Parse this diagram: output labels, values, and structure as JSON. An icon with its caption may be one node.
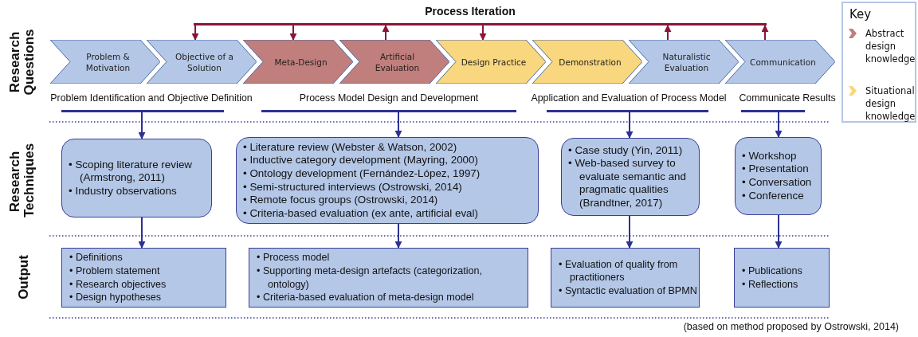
{
  "diagram": {
    "caption": "(based on method proposed by Ostrowski, 2014)",
    "nodes": [
      {
        "text": [
          "Problem & Motivation"
        ]
      },
      {
        "text": [
          "Objective of a Solution"
        ]
      },
      {
        "text": [
          "Meta-Design"
        ]
      },
      {
        "text": [
          "Artificial Evaluation"
        ]
      },
      {
        "text": [
          "Design Practice"
        ]
      },
      {
        "text": [
          "Demonstration"
        ]
      },
      {
        "text": [
          "Naturalistic Evaluation"
        ]
      },
      {
        "text": [
          "Communication"
        ]
      },
      {
        "text": [
          "Process Iteration"
        ]
      },
      {
        "text": [
          "Problem Identification and Objective Definition"
        ]
      },
      {
        "text": [
          "Process Model Design and Development"
        ]
      },
      {
        "text": [
          "Application and Evaluation of Process Model"
        ]
      },
      {
        "text": [
          "Communicate Results"
        ]
      },
      {
        "text": [
          "• Scoping literature review (Armstrong, 2011)",
          "• Industry observations"
        ]
      },
      {
        "text": [
          "• Literature review (Webster & Watson, 2002)",
          "• Inductive category development (Mayring, 2000)",
          "• Ontology development (Fernández-López, 1997)",
          "• Semi-structured interviews (Ostrowski, 2014)",
          "• Remote focus groups (Ostrowski, 2014)",
          "• Criteria-based evaluation (ex ante, artificial eval)"
        ]
      },
      {
        "text": [
          "• Case study (Yin, 2011)",
          "• Web-based survey to evaluate semantic and pragmatic qualities (Brandtner, 2017)"
        ]
      },
      {
        "text": [
          "• Workshop",
          "• Presentation",
          "• Conversation",
          "• Conference"
        ]
      },
      {
        "text": [
          "• Definitions",
          "• Problem statement",
          "• Research objectives",
          "• Design hypotheses"
        ]
      },
      {
        "text": [
          "• Process model",
          "• Supporting meta-design artefacts (categorization, ontology)",
          "• Criteria-based evaluation of meta-design model"
        ]
      },
      {
        "text": [
          "• Evaluation of quality from practitioners",
          "• Syntactic evaluation of BPMN"
        ]
      },
      {
        "text": [
          "• Publications",
          "• Reflections"
        ]
      }
    ],
    "edges": [
      {
        "from": 8,
        "to": 1,
        "arrow": "to",
        "color": "#8b1538"
      },
      {
        "from": 8,
        "to": 2,
        "arrow": "to",
        "color": "#8b1538"
      },
      {
        "from": 3,
        "to": 8,
        "arrow": "to",
        "color": "#8b1538"
      },
      {
        "from": 8,
        "to": 4,
        "arrow": "to",
        "color": "#8b1538"
      },
      {
        "from": 6,
        "to": 8,
        "arrow": "to",
        "color": "#8b1538"
      },
      {
        "from": 7,
        "to": 8,
        "arrow": "to",
        "color": "#8b1538"
      },
      {
        "from": 9,
        "to": 13,
        "arrow": "to"
      },
      {
        "from": 10,
        "to": 14,
        "arrow": "to"
      },
      {
        "from": 11,
        "to": 15,
        "arrow": "to"
      },
      {
        "from": 12,
        "to": 16,
        "arrow": "to"
      },
      {
        "from": 13,
        "to": 17,
        "arrow": "to"
      },
      {
        "from": 14,
        "to": 18,
        "arrow": "to"
      },
      {
        "from": 15,
        "to": 19,
        "arrow": "to"
      },
      {
        "from": 16,
        "to": 20,
        "arrow": "to"
      }
    ],
    "labels": [
      "Key",
      "Research Questions",
      "Research Techniques",
      "Output"
    ],
    "legend": [
      {
        "text": "Abstract design knowledge",
        "color": "#c07f7c"
      },
      {
        "text": "Situational design knowledge",
        "color": "#f8d77f"
      }
    ]
  }
}
